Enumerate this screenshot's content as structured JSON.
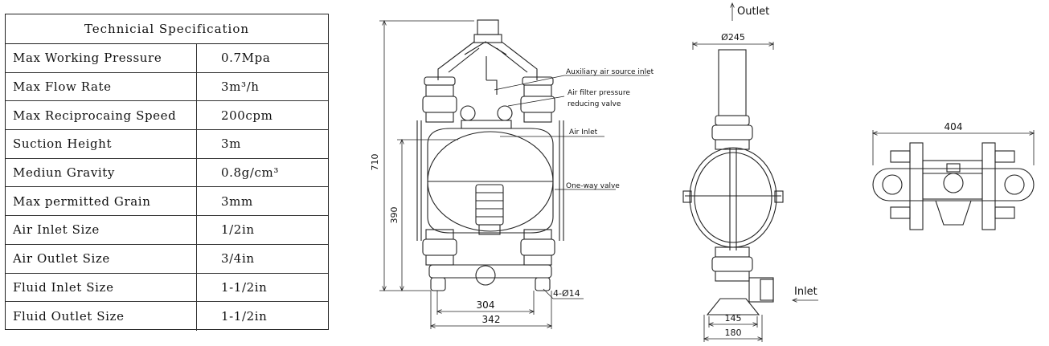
{
  "spec": {
    "title": "Technicial Specification",
    "rows": [
      {
        "name": "Max Working Pressure",
        "value": "0.7Mpa"
      },
      {
        "name": "Max Flow Rate",
        "value": "3m³/h"
      },
      {
        "name": "Max Reciprocaing Speed",
        "value": "200cpm"
      },
      {
        "name": "Suction Height",
        "value": "3m"
      },
      {
        "name": "Mediun Gravity",
        "value": "0.8g/cm³"
      },
      {
        "name": "Max permitted Grain",
        "value": "3mm"
      },
      {
        "name": "Air Inlet Size",
        "value": "1/2in"
      },
      {
        "name": "Air Outlet Size",
        "value": "3/4in"
      },
      {
        "name": "Fluid Inlet Size",
        "value": "1-1/2in"
      },
      {
        "name": "Fluid Outlet Size",
        "value": "1-1/2in"
      }
    ]
  },
  "front_view": {
    "dim_height": "710",
    "dim_center": "390",
    "dim_base_inner": "304",
    "dim_base_outer": "342",
    "dim_holes": "4-Ø14",
    "callout_aux_air": "Auxiliary air source inlet",
    "callout_filter_1": "Air filter pressure",
    "callout_filter_2": "reducing valve",
    "callout_air_inlet": "Air Inlet",
    "callout_valve": "One-way valve"
  },
  "side_view": {
    "outlet_label": "Outlet",
    "inlet_label": "Inlet",
    "dim_top": "Ø245",
    "dim_base_inner": "145",
    "dim_base_outer": "180"
  },
  "top_view": {
    "dim_width": "404"
  }
}
